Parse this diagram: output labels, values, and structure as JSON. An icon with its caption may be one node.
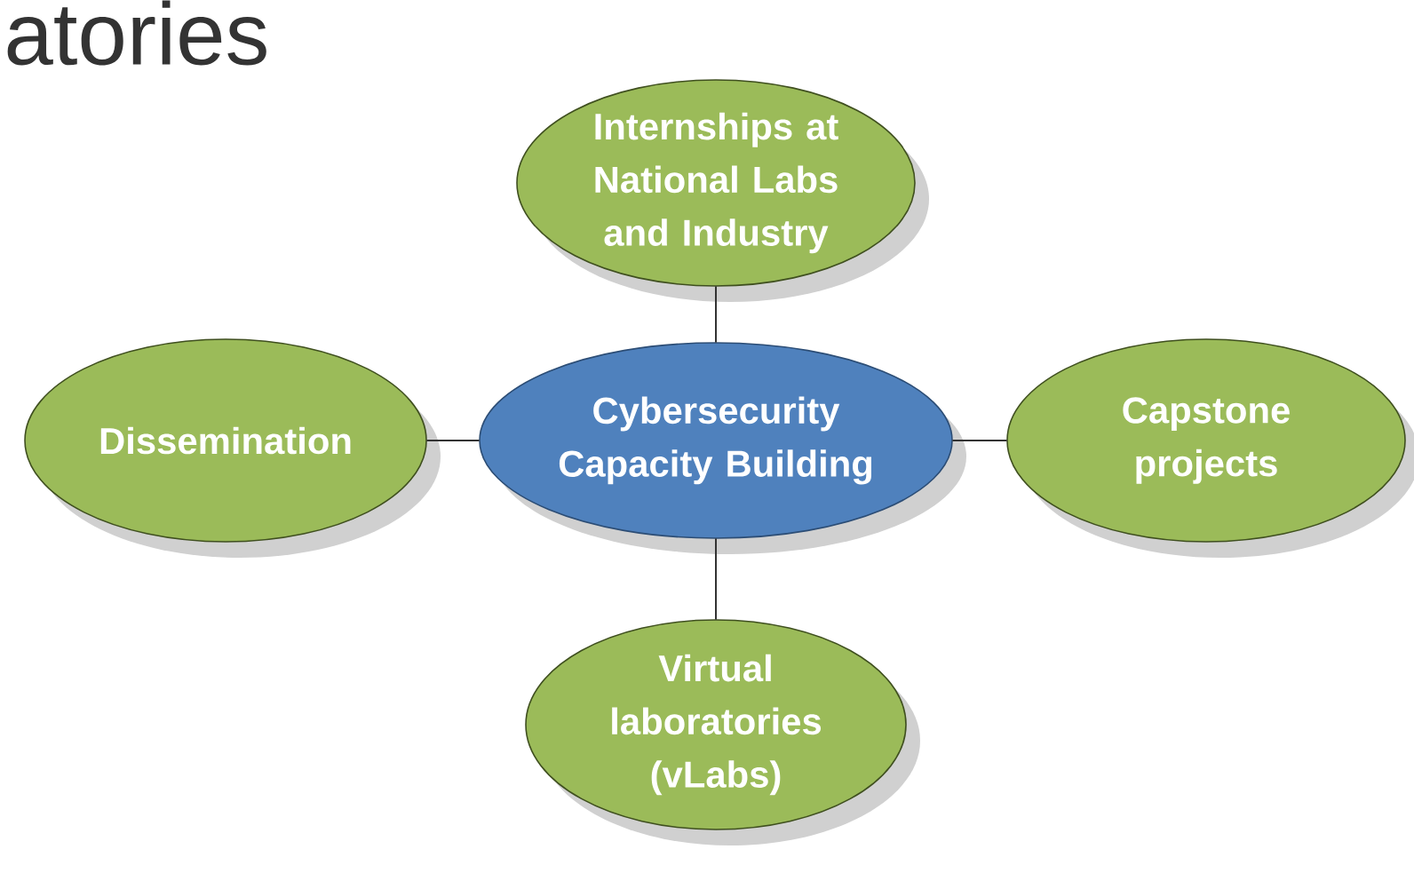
{
  "diagram": {
    "nodes": [
      {
        "text": [
          "Internships at National Labs and Industry"
        ]
      },
      {
        "text": [
          "Dissemination"
        ]
      },
      {
        "text": [
          "Cybersecurity Capacity Building"
        ]
      },
      {
        "text": [
          "Capstone projects"
        ]
      },
      {
        "text": [
          "Virtual laboratories (vLabs)"
        ]
      }
    ],
    "edges": [
      {
        "from": 2,
        "to": 0,
        "arrow": "none"
      },
      {
        "from": 2,
        "to": 1,
        "arrow": "none"
      },
      {
        "from": 2,
        "to": 3,
        "arrow": "none"
      },
      {
        "from": 2,
        "to": 4,
        "arrow": "none"
      }
    ],
    "labels": [
      "atories"
    ]
  }
}
